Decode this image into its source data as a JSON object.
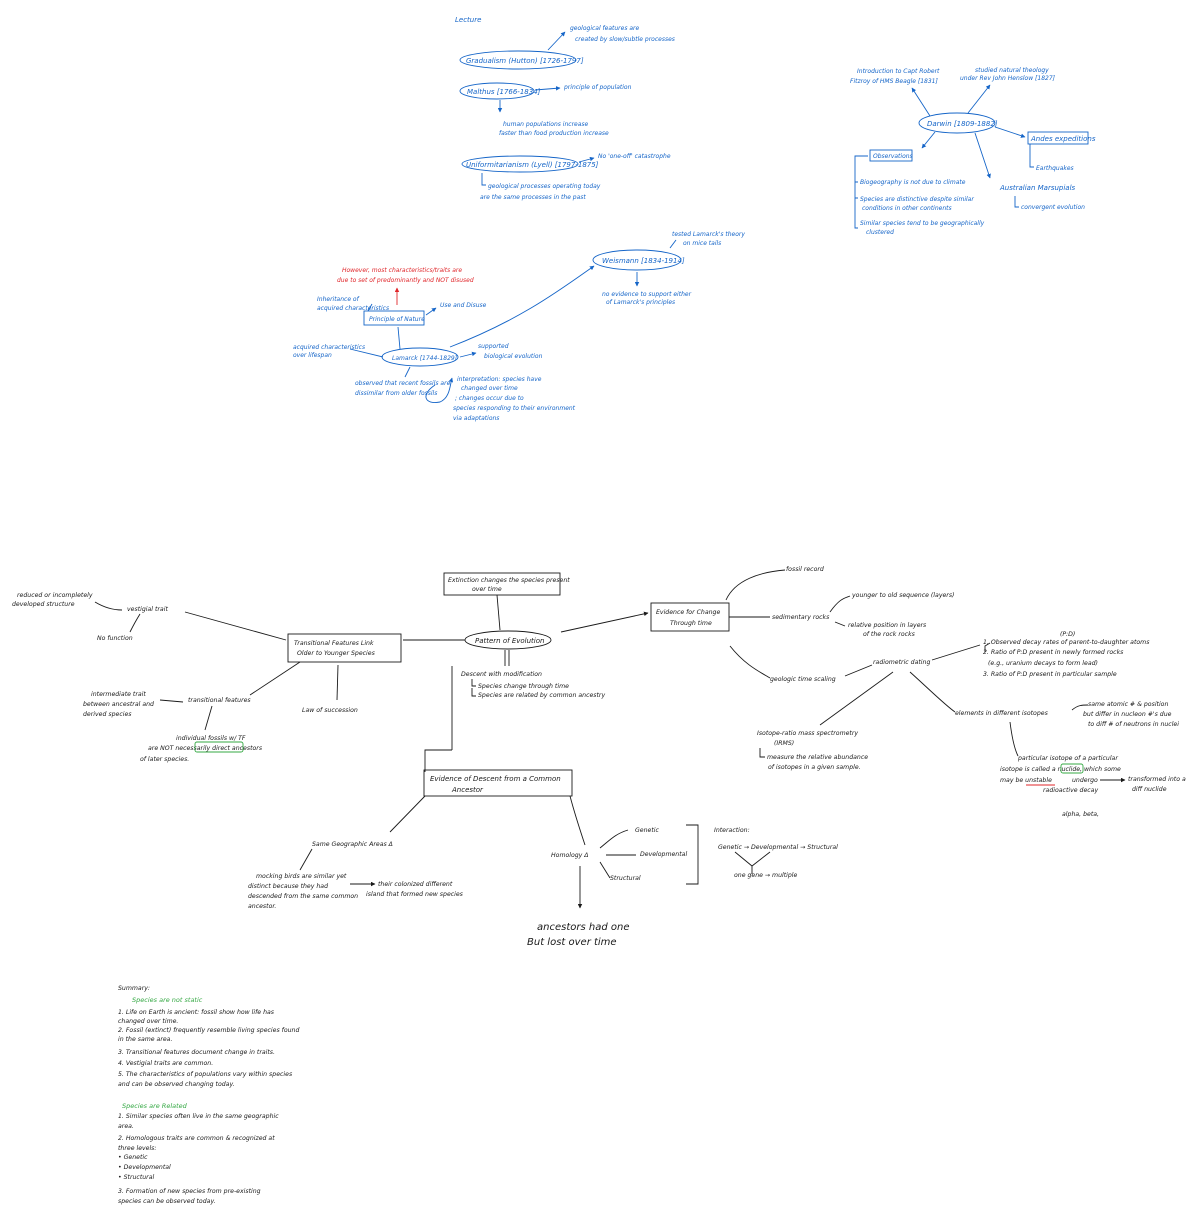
{
  "colors": {
    "blue_ink": "#1565c8",
    "black_ink": "#1a1a1a",
    "red_ink": "#e0262a",
    "green_ink": "#34a843"
  },
  "lecture": {
    "title": "Lecture",
    "gradualism": "Gradualism (Hutton) [1726-1797]",
    "gradualism_note": [
      "geological features are",
      "created by slow/subtle processes"
    ],
    "malthus": "Malthus [1766-1834]",
    "malthus_note": "principle of population",
    "malthus_sub": [
      "human populations increase",
      "faster than food production increase"
    ],
    "uniformitarianism": "Uniformitarianism (Lyell) [1797-1875]",
    "uniformitarianism_note": "No 'one-off' catastrophe",
    "uniformitarianism_sub": [
      "geological processes operating today",
      "are the same processes in the past"
    ],
    "darwin": "Darwin [1809-1882]",
    "darwin_read1": [
      "Introduction to Capt Robert",
      "Fitzroy of HMS Beagle [1831]"
    ],
    "darwin_read2": [
      "studied natural theology",
      "under Rev John Henslow [1827]"
    ],
    "andes": "Andes expeditions",
    "earthquakes": "Earthquakes",
    "observations": "Observations",
    "obs_items": [
      "Biogeography is not due to climate",
      "Species are distinctive despite similar",
      "conditions in other continents",
      "Similar species tend to be geographically",
      "clustered"
    ],
    "australian": "Australian Marsupials",
    "convergent": "convergent evolution",
    "weismann": "Weismann [1834-1914]",
    "weismann_note": [
      "tested Lamarck's theory",
      "on mice tails"
    ],
    "weismann_sub": [
      "no evidence to support either",
      "of Lamarck's principles"
    ],
    "lamarck": "Lamarck [1744-1829]",
    "principle_of_nature": "Principle of Nature",
    "inheritance": [
      "Inheritance of",
      "acquired characteristics"
    ],
    "use_and_disuse": "Use and Disuse",
    "red_note": [
      "However, most characteristics/traits are",
      "due to set of predominantly and NOT disused"
    ],
    "acquired": [
      "acquired characteristics",
      "over lifespan"
    ],
    "supported": [
      "supported",
      "biological evolution"
    ],
    "observed": [
      "observed that recent fossils are",
      "dissimilar from older fossils"
    ],
    "interpretation": [
      "interpretation: species have",
      "changed over time",
      "; changes occur due to",
      "species responding to their environment",
      "via adaptations"
    ]
  },
  "mindmap": {
    "center": "Pattern of Evolution",
    "center_sub": [
      "Descent with modification",
      "Species change through time",
      "Species are related by common ancestry"
    ],
    "extinction": [
      "Extinction changes the species present",
      "over time"
    ],
    "evidence_change": [
      "Evidence for Change",
      "Through time"
    ],
    "fossil_record": "fossil record",
    "sedimentary": "sedimentary rocks",
    "younger_older": "younger to old sequence (layers)",
    "relative_position": [
      "relative position in layers",
      "of the rock rocks"
    ],
    "geologic_dating": "geologic time scaling",
    "radiometric": "radiometric dating",
    "pd_title": "(P:D)",
    "pd_items": [
      "1. Observed decay rates of parent-to-daughter atoms",
      "2. Ratio of P:D present in newly formed rocks",
      "(e.g., uranium decays to form lead)",
      "3. Ratio of P:D present in particular sample"
    ],
    "isotope_ratio": [
      "Isotope-ratio mass spectrometry",
      "(IRMS)"
    ],
    "measure": [
      "measure the relative abundance",
      "of isotopes in a given sample."
    ],
    "elements_isotopes": "elements in different isotopes",
    "same_atomic": [
      "same atomic # & position",
      "but differ in nucleon #'s due",
      "to diff # of neutrons in nuclei"
    ],
    "particular_isotope": [
      "particular isotope of a particular",
      "isotope is called a nuclide, which some",
      "may be unstable",
      "radioactive decay"
    ],
    "undergo": "undergo",
    "transformed": [
      "transformed into a",
      "diff nuclide"
    ],
    "alpha_beta": "alpha, beta,",
    "transitional_link": [
      "Transitional Features Link",
      "Older to Younger Species"
    ],
    "vestigial": "vestigial trait",
    "vestigial_def": [
      "reduced or incompletely",
      "developed structure"
    ],
    "no_function": "No function",
    "transitional_features": "transitional features",
    "intermediate": [
      "intermediate trait",
      "between ancestral and",
      "derived species"
    ],
    "individual_fossils": [
      "individual fossils w/ TF",
      "are NOT necessarily direct ancestors",
      "of later species."
    ],
    "law_succession": "Law of succession",
    "common_ancestor": [
      "Evidence of Descent from a Common",
      "Ancestor"
    ],
    "biogeo": "Same Geographic Areas Δ",
    "biogeo_note": [
      "mocking birds are similar yet",
      "distinct because they had",
      "descended from the same common",
      "ancestor."
    ],
    "biogeo_result": [
      "their colonized different",
      "island that formed new species"
    ],
    "homology": "Homology Δ",
    "homology_types": [
      "Genetic",
      "Developmental",
      "Structural"
    ],
    "interaction": "Interaction:",
    "interaction_chain": "Genetic → Developmental → Structural",
    "one_gene": "one gene → multiple",
    "ancestors": [
      "ancestors had one",
      "But lost over time"
    ]
  },
  "summary": {
    "title": "Summary:",
    "species_not_static": "Species are not static",
    "list1": [
      "1. Life on Earth is ancient: fossil show how life has",
      "   changed over time.",
      "2. Fossil (extinct) frequently resemble living species found",
      "   in the same area.",
      "3. Transitional features document change in traits.",
      "4. Vestigial traits are common.",
      "5. The characteristics of populations vary within species",
      "   and can be observed changing today."
    ],
    "species_related": "Species are Related",
    "list2": [
      "1. Similar species often live in the same geographic",
      "   area.",
      "2. Homologous traits are common & recognized at",
      "   three levels:",
      "   • Genetic",
      "   • Developmental",
      "   • Structural",
      "3. Formation of new species from pre-existing",
      "   species can be observed today."
    ]
  }
}
